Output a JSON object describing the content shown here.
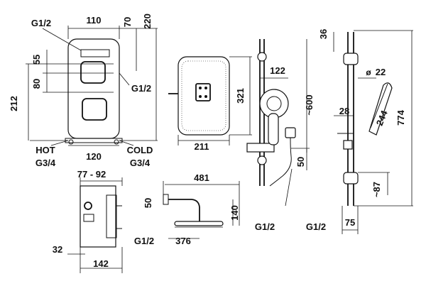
{
  "labels": {
    "panel_g12": "G1/2",
    "panel_110": "110",
    "panel_70": "70",
    "panel_220": "220",
    "panel_55": "55",
    "panel_80": "80",
    "panel_212": "212",
    "panel_g12b": "G1/2",
    "panel_hot": "HOT",
    "panel_g34a": "G3/4",
    "panel_120": "120",
    "panel_cold": "COLD",
    "panel_g34b": "G3/4",
    "box_7792": "77 - 92",
    "box_32": "32",
    "box_142": "142",
    "head_211": "211",
    "head_321": "321",
    "arm_481": "481",
    "arm_50": "50",
    "arm_140": "140",
    "arm_g12": "G1/2",
    "arm_376": "376",
    "hand_122": "122",
    "hand_600": "~600",
    "hand_50": "50",
    "hand_g12": "G1/2",
    "rail_36": "36",
    "rail_22": "22",
    "rail_28": "28",
    "rail_244": "244",
    "rail_774": "774",
    "rail_87": "~87",
    "rail_g12": "G1/2",
    "rail_75": "75"
  }
}
